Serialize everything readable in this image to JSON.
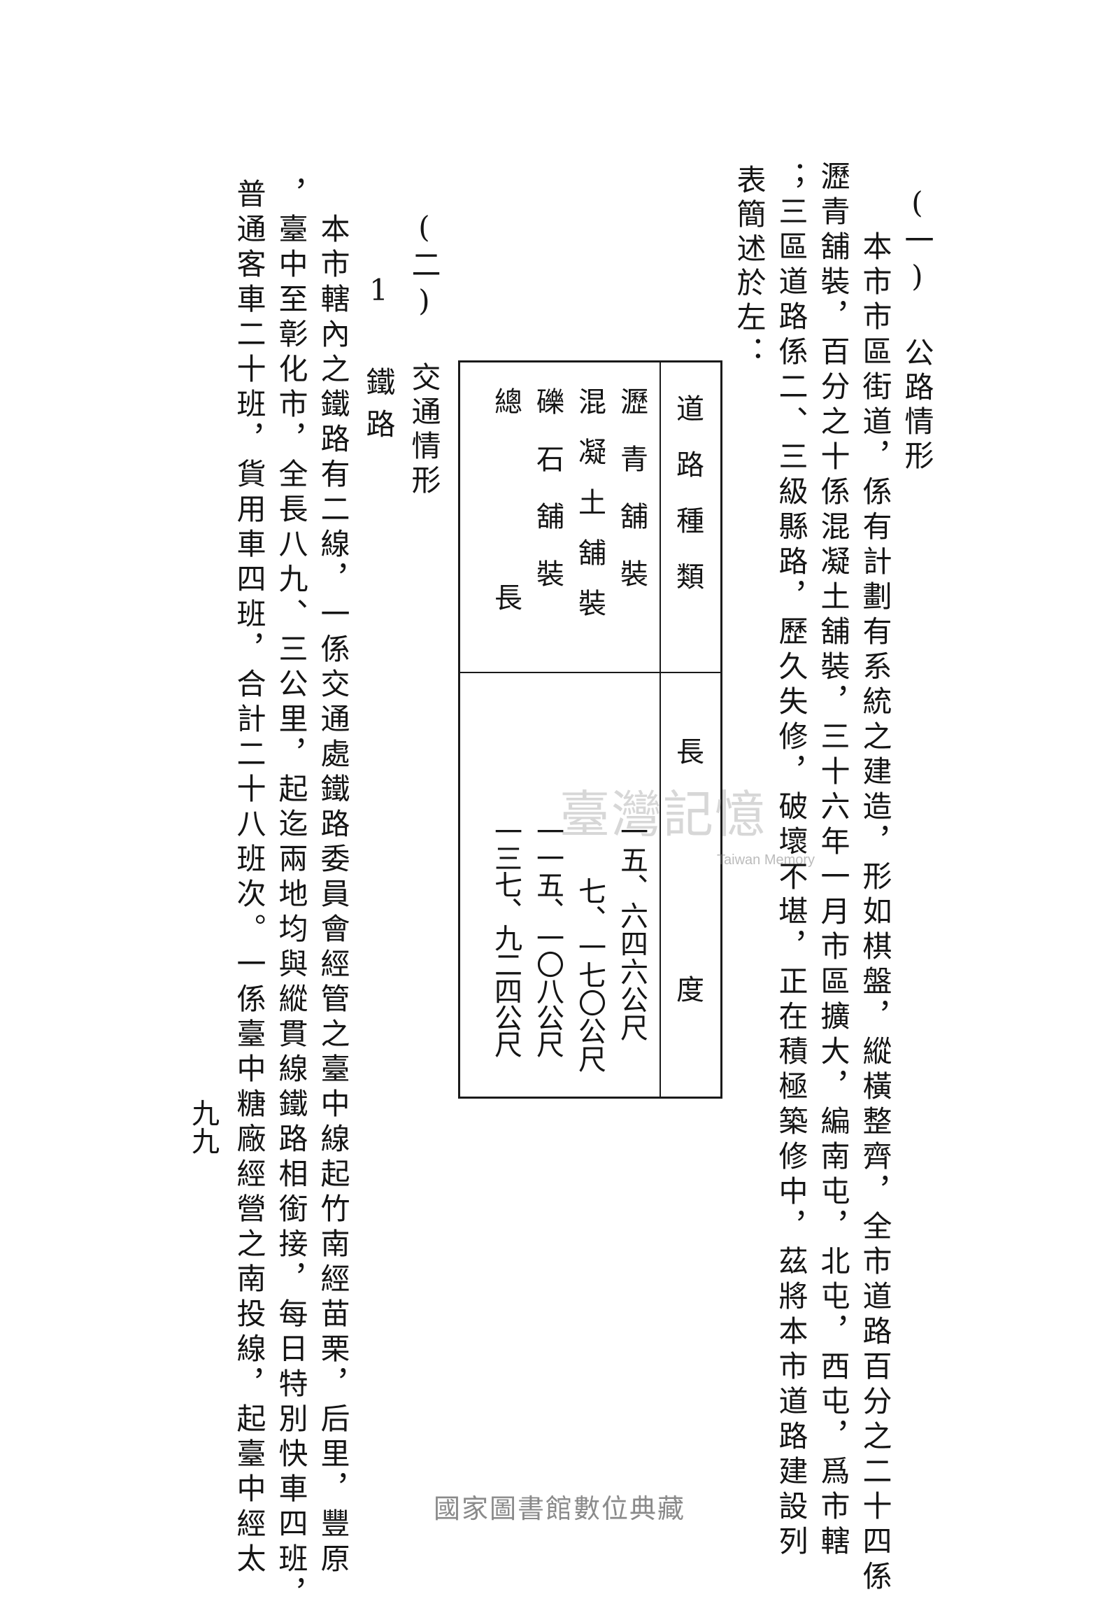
{
  "section1": {
    "heading": "(一) 公路情形",
    "paragraph_lines": [
      "本市市區街道，係有計劃有系統之建造，形如棋盤，縱橫整齊，全市道路百分之二十四係",
      "瀝青舖裝，百分之十係混凝土舖裝，三十六年一月市區擴大，編南屯，北屯，西屯，爲市轄",
      "；三區道路係二、三級縣路，歷久失修，破壞不堪，正在積極築修中，茲將本市道路建設列",
      "表簡述於左："
    ]
  },
  "table": {
    "headers": [
      "道路種類",
      "長度"
    ],
    "rows": [
      {
        "type": "瀝青舖裝",
        "length": "一五、六四六公尺"
      },
      {
        "type": "混凝土舖裝",
        "length": "七、一七〇公尺"
      },
      {
        "type": "礫石舖裝",
        "length": "一一五、一〇八公尺"
      },
      {
        "type": "總長",
        "length": "一三七、九二四公尺"
      }
    ]
  },
  "section2": {
    "heading": "(二) 交通情形",
    "subheading": "1 鐵路",
    "paragraph_lines": [
      "本市轄內之鐵路有二線，一係交通處鐵路委員會經管之臺中線起竹南經苗栗，后里，豐原",
      "，臺中至彰化市，全長八九、三公里，起迄兩地均與縱貫線鐵路相銜接，每日特別快車四班，",
      "普通客車二十班，貨用車四班，合計二十八班次。一係臺中糖廠經營之南投線，起臺中經太"
    ]
  },
  "page_number": "九九",
  "watermark": {
    "main": "臺灣記憶",
    "sub": "Taiwan Memory"
  },
  "footer": "國家圖書館數位典藏"
}
